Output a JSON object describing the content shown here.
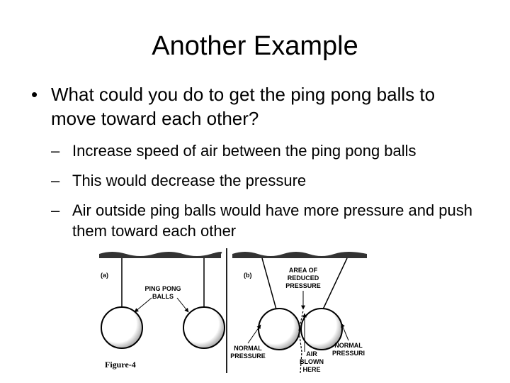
{
  "slide": {
    "title": "Another Example",
    "bullet": {
      "marker": "•",
      "text": "What could you do to get the ping pong balls to move toward each other?"
    },
    "sub_marker": "–",
    "sub_bullets": [
      "Increase speed of air between the ping pong balls",
      "This would decrease the pressure",
      "Air outside ping balls would have more pressure and push them toward each other"
    ]
  },
  "figure": {
    "panel_a_label": "(a)",
    "panel_b_label": "(b)",
    "ping_pong_label": [
      "PING PONG",
      "BALLS"
    ],
    "reduced_label": [
      "AREA OF",
      "REDUCED",
      "PRESSURE"
    ],
    "normal_left_label": [
      "NORMAL",
      "PRESSURE"
    ],
    "normal_right_label": [
      "NORMAL",
      "PRESSURI"
    ],
    "air_label": [
      "AIR",
      "BLOWN",
      "HERE"
    ],
    "caption": "Figure-4"
  }
}
